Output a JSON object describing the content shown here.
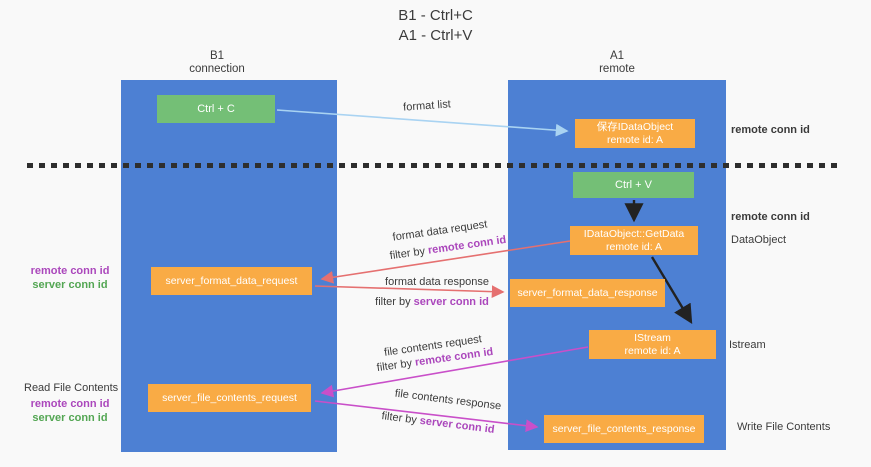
{
  "title": {
    "line1": "B1 - Ctrl+C",
    "line2": "A1 - Ctrl+V"
  },
  "lanes": {
    "left": {
      "name": "B1",
      "role": "connection"
    },
    "right": {
      "name": "A1",
      "role": "remote"
    }
  },
  "nodes": {
    "ctrl_c": "Ctrl + C",
    "ctrl_v": "Ctrl + V",
    "save_dataobject": {
      "line1": "保存IDataObject",
      "line2": "remote id: A"
    },
    "getdata": {
      "line1": "IDataObject::GetData",
      "line2": "remote id: A"
    },
    "istream": {
      "line1": "IStream",
      "line2": "remote id: A"
    },
    "format_request": "server_format_data_request",
    "format_response": "server_format_data_response",
    "file_request": "server_file_contents_request",
    "file_response": "server_file_contents_response"
  },
  "flow_labels": {
    "format_list": "format list",
    "format_data_request": "format data request",
    "format_data_response": "format data response",
    "file_contents_request": "file contents request",
    "file_contents_response": "file contents response",
    "filter_by": "filter by ",
    "remote_conn_id": "remote conn id",
    "server_conn_id": "server conn id"
  },
  "side_labels": {
    "right_remote_conn_id_top": "remote conn id",
    "right_remote_conn_id_mid": "remote conn id",
    "dataobject": "DataObject",
    "istream": "Istream",
    "write_file_contents": "Write File Contents",
    "left_remote_conn_id_1": "remote conn id",
    "left_server_conn_id_1": "server conn id",
    "read_file_contents": "Read File Contents",
    "left_remote_conn_id_2": "remote conn id",
    "left_server_conn_id_2": "server conn id"
  },
  "colors": {
    "lane_blue": "#4d80d3",
    "node_orange": "#f9ab45",
    "node_green": "#74bf76",
    "arrow_light_blue": "#a9d3f2",
    "arrow_red": "#e57070",
    "arrow_magenta": "#c94fc9",
    "arrow_black": "#222222",
    "text_purple": "#ab47bc",
    "text_green": "#53a653",
    "background": "#f9f9f9"
  }
}
